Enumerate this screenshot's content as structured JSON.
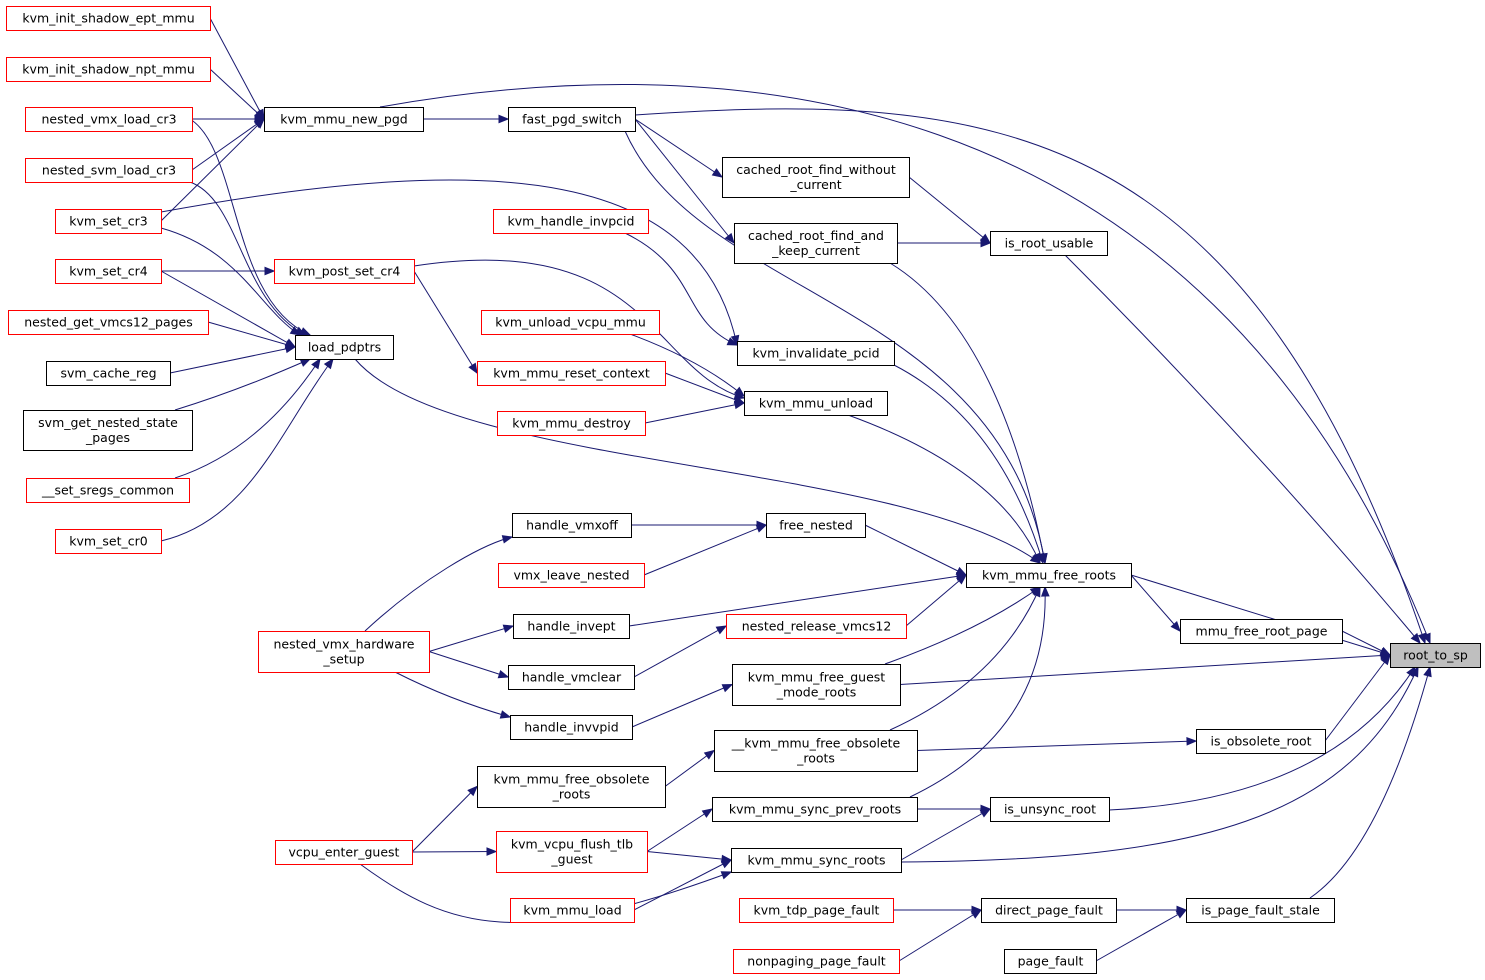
{
  "colors": {
    "edge": "#191970",
    "link_border": "#ff0000",
    "plain_border": "#000000",
    "root_fill": "#bfbfbf"
  },
  "nodes": {
    "root_to_sp": {
      "lines": [
        "root_to_sp"
      ],
      "style": "root"
    },
    "kvm_init_shadow_ept_mmu": {
      "lines": [
        "kvm_init_shadow_ept_mmu"
      ],
      "style": "red"
    },
    "kvm_init_shadow_npt_mmu": {
      "lines": [
        "kvm_init_shadow_npt_mmu"
      ],
      "style": "red"
    },
    "nested_vmx_load_cr3": {
      "lines": [
        "nested_vmx_load_cr3"
      ],
      "style": "red"
    },
    "nested_svm_load_cr3": {
      "lines": [
        "nested_svm_load_cr3"
      ],
      "style": "red"
    },
    "kvm_set_cr3": {
      "lines": [
        "kvm_set_cr3"
      ],
      "style": "red"
    },
    "kvm_set_cr4": {
      "lines": [
        "kvm_set_cr4"
      ],
      "style": "red"
    },
    "nested_get_vmcs12_pages": {
      "lines": [
        "nested_get_vmcs12_pages"
      ],
      "style": "red"
    },
    "svm_cache_reg": {
      "lines": [
        "svm_cache_reg"
      ],
      "style": "black"
    },
    "svm_get_nested_state_pages": {
      "lines": [
        "svm_get_nested_state",
        "_pages"
      ],
      "style": "black"
    },
    "__set_sregs_common": {
      "lines": [
        "__set_sregs_common"
      ],
      "style": "red"
    },
    "kvm_set_cr0": {
      "lines": [
        "kvm_set_cr0"
      ],
      "style": "red"
    },
    "kvm_mmu_new_pgd": {
      "lines": [
        "kvm_mmu_new_pgd"
      ],
      "style": "black"
    },
    "fast_pgd_switch": {
      "lines": [
        "fast_pgd_switch"
      ],
      "style": "black"
    },
    "cached_root_find_without_current": {
      "lines": [
        "cached_root_find_without",
        "_current"
      ],
      "style": "black"
    },
    "cached_root_find_and_keep_current": {
      "lines": [
        "cached_root_find_and",
        "_keep_current"
      ],
      "style": "black"
    },
    "is_root_usable": {
      "lines": [
        "is_root_usable"
      ],
      "style": "black"
    },
    "kvm_handle_invpcid": {
      "lines": [
        "kvm_handle_invpcid"
      ],
      "style": "red"
    },
    "kvm_post_set_cr4": {
      "lines": [
        "kvm_post_set_cr4"
      ],
      "style": "red"
    },
    "load_pdptrs": {
      "lines": [
        "load_pdptrs"
      ],
      "style": "black"
    },
    "kvm_unload_vcpu_mmu": {
      "lines": [
        "kvm_unload_vcpu_mmu"
      ],
      "style": "red"
    },
    "kvm_invalidate_pcid": {
      "lines": [
        "kvm_invalidate_pcid"
      ],
      "style": "black"
    },
    "kvm_mmu_reset_context": {
      "lines": [
        "kvm_mmu_reset_context"
      ],
      "style": "red"
    },
    "kvm_mmu_unload": {
      "lines": [
        "kvm_mmu_unload"
      ],
      "style": "black"
    },
    "kvm_mmu_destroy": {
      "lines": [
        "kvm_mmu_destroy"
      ],
      "style": "red"
    },
    "handle_vmxoff": {
      "lines": [
        "handle_vmxoff"
      ],
      "style": "black"
    },
    "free_nested": {
      "lines": [
        "free_nested"
      ],
      "style": "black"
    },
    "vmx_leave_nested": {
      "lines": [
        "vmx_leave_nested"
      ],
      "style": "red"
    },
    "kvm_mmu_free_roots": {
      "lines": [
        "kvm_mmu_free_roots"
      ],
      "style": "black"
    },
    "nested_vmx_hardware_setup": {
      "lines": [
        "nested_vmx_hardware",
        "_setup"
      ],
      "style": "red"
    },
    "handle_invept": {
      "lines": [
        "handle_invept"
      ],
      "style": "black"
    },
    "nested_release_vmcs12": {
      "lines": [
        "nested_release_vmcs12"
      ],
      "style": "red"
    },
    "mmu_free_root_page": {
      "lines": [
        "mmu_free_root_page"
      ],
      "style": "black"
    },
    "handle_vmclear": {
      "lines": [
        "handle_vmclear"
      ],
      "style": "black"
    },
    "kvm_mmu_free_guest_mode_roots": {
      "lines": [
        "kvm_mmu_free_guest",
        "_mode_roots"
      ],
      "style": "black"
    },
    "handle_invvpid": {
      "lines": [
        "handle_invvpid"
      ],
      "style": "black"
    },
    "__kvm_mmu_free_obsolete_roots": {
      "lines": [
        "__kvm_mmu_free_obsolete",
        "_roots"
      ],
      "style": "black"
    },
    "is_obsolete_root": {
      "lines": [
        "is_obsolete_root"
      ],
      "style": "black"
    },
    "kvm_mmu_free_obsolete_roots": {
      "lines": [
        "kvm_mmu_free_obsolete",
        "_roots"
      ],
      "style": "black"
    },
    "kvm_mmu_sync_prev_roots": {
      "lines": [
        "kvm_mmu_sync_prev_roots"
      ],
      "style": "black"
    },
    "is_unsync_root": {
      "lines": [
        "is_unsync_root"
      ],
      "style": "black"
    },
    "vcpu_enter_guest": {
      "lines": [
        "vcpu_enter_guest"
      ],
      "style": "red"
    },
    "kvm_vcpu_flush_tlb_guest": {
      "lines": [
        "kvm_vcpu_flush_tlb",
        "_guest"
      ],
      "style": "red"
    },
    "kvm_mmu_sync_roots": {
      "lines": [
        "kvm_mmu_sync_roots"
      ],
      "style": "black"
    },
    "kvm_mmu_load": {
      "lines": [
        "kvm_mmu_load"
      ],
      "style": "red"
    },
    "kvm_tdp_page_fault": {
      "lines": [
        "kvm_tdp_page_fault"
      ],
      "style": "red"
    },
    "direct_page_fault": {
      "lines": [
        "direct_page_fault"
      ],
      "style": "black"
    },
    "is_page_fault_stale": {
      "lines": [
        "is_page_fault_stale"
      ],
      "style": "black"
    },
    "nonpaging_page_fault": {
      "lines": [
        "nonpaging_page_fault"
      ],
      "style": "red"
    },
    "page_fault": {
      "lines": [
        "page_fault"
      ],
      "style": "black"
    }
  },
  "edges": [
    [
      "kvm_init_shadow_ept_mmu",
      "kvm_mmu_new_pgd"
    ],
    [
      "kvm_init_shadow_npt_mmu",
      "kvm_mmu_new_pgd"
    ],
    [
      "nested_vmx_load_cr3",
      "kvm_mmu_new_pgd"
    ],
    [
      "nested_svm_load_cr3",
      "kvm_mmu_new_pgd"
    ],
    [
      "kvm_set_cr3",
      "kvm_mmu_new_pgd"
    ],
    [
      "nested_vmx_load_cr3",
      "load_pdptrs"
    ],
    [
      "nested_svm_load_cr3",
      "load_pdptrs"
    ],
    [
      "kvm_set_cr3",
      "load_pdptrs"
    ],
    [
      "kvm_set_cr4",
      "load_pdptrs"
    ],
    [
      "nested_get_vmcs12_pages",
      "load_pdptrs"
    ],
    [
      "svm_cache_reg",
      "load_pdptrs"
    ],
    [
      "svm_get_nested_state_pages",
      "load_pdptrs"
    ],
    [
      "__set_sregs_common",
      "load_pdptrs"
    ],
    [
      "kvm_set_cr0",
      "load_pdptrs"
    ],
    [
      "kvm_set_cr4",
      "kvm_post_set_cr4"
    ],
    [
      "kvm_mmu_new_pgd",
      "fast_pgd_switch"
    ],
    [
      "kvm_mmu_new_pgd",
      "root_to_sp"
    ],
    [
      "fast_pgd_switch",
      "cached_root_find_without_current"
    ],
    [
      "fast_pgd_switch",
      "cached_root_find_and_keep_current"
    ],
    [
      "fast_pgd_switch",
      "kvm_mmu_free_roots"
    ],
    [
      "fast_pgd_switch",
      "root_to_sp"
    ],
    [
      "cached_root_find_without_current",
      "is_root_usable"
    ],
    [
      "cached_root_find_and_keep_current",
      "is_root_usable"
    ],
    [
      "cached_root_find_and_keep_current",
      "kvm_mmu_free_roots"
    ],
    [
      "is_root_usable",
      "root_to_sp"
    ],
    [
      "kvm_set_cr3",
      "kvm_invalidate_pcid"
    ],
    [
      "kvm_handle_invpcid",
      "kvm_invalidate_pcid"
    ],
    [
      "kvm_post_set_cr4",
      "kvm_mmu_unload"
    ],
    [
      "kvm_post_set_cr4",
      "kvm_mmu_reset_context"
    ],
    [
      "kvm_unload_vcpu_mmu",
      "kvm_mmu_unload"
    ],
    [
      "kvm_mmu_reset_context",
      "kvm_mmu_unload"
    ],
    [
      "kvm_mmu_destroy",
      "kvm_mmu_unload"
    ],
    [
      "kvm_invalidate_pcid",
      "kvm_mmu_free_roots"
    ],
    [
      "kvm_mmu_unload",
      "kvm_mmu_free_roots"
    ],
    [
      "load_pdptrs",
      "kvm_mmu_free_roots"
    ],
    [
      "handle_vmxoff",
      "free_nested"
    ],
    [
      "vmx_leave_nested",
      "free_nested"
    ],
    [
      "free_nested",
      "kvm_mmu_free_roots"
    ],
    [
      "nested_vmx_hardware_setup",
      "handle_vmxoff"
    ],
    [
      "nested_vmx_hardware_setup",
      "handle_invept"
    ],
    [
      "nested_vmx_hardware_setup",
      "handle_vmclear"
    ],
    [
      "nested_vmx_hardware_setup",
      "handle_invvpid"
    ],
    [
      "handle_invept",
      "kvm_mmu_free_roots"
    ],
    [
      "handle_vmclear",
      "nested_release_vmcs12"
    ],
    [
      "nested_release_vmcs12",
      "kvm_mmu_free_roots"
    ],
    [
      "handle_invvpid",
      "kvm_mmu_free_guest_mode_roots"
    ],
    [
      "kvm_mmu_free_guest_mode_roots",
      "kvm_mmu_free_roots"
    ],
    [
      "kvm_mmu_free_guest_mode_roots",
      "root_to_sp"
    ],
    [
      "kvm_mmu_free_obsolete_roots",
      "__kvm_mmu_free_obsolete_roots"
    ],
    [
      "__kvm_mmu_free_obsolete_roots",
      "kvm_mmu_free_roots"
    ],
    [
      "__kvm_mmu_free_obsolete_roots",
      "is_obsolete_root"
    ],
    [
      "kvm_mmu_sync_prev_roots",
      "kvm_mmu_free_roots"
    ],
    [
      "kvm_mmu_free_roots",
      "mmu_free_root_page"
    ],
    [
      "kvm_mmu_free_roots",
      "root_to_sp"
    ],
    [
      "mmu_free_root_page",
      "root_to_sp"
    ],
    [
      "is_obsolete_root",
      "root_to_sp"
    ],
    [
      "vcpu_enter_guest",
      "kvm_mmu_free_obsolete_roots"
    ],
    [
      "vcpu_enter_guest",
      "kvm_vcpu_flush_tlb_guest"
    ],
    [
      "vcpu_enter_guest",
      "kvm_mmu_sync_roots"
    ],
    [
      "kvm_vcpu_flush_tlb_guest",
      "kvm_mmu_sync_prev_roots"
    ],
    [
      "kvm_vcpu_flush_tlb_guest",
      "kvm_mmu_sync_roots"
    ],
    [
      "kvm_mmu_load",
      "kvm_mmu_sync_roots"
    ],
    [
      "kvm_mmu_sync_prev_roots",
      "is_unsync_root"
    ],
    [
      "kvm_mmu_sync_roots",
      "is_unsync_root"
    ],
    [
      "kvm_mmu_sync_roots",
      "root_to_sp"
    ],
    [
      "is_unsync_root",
      "root_to_sp"
    ],
    [
      "kvm_tdp_page_fault",
      "direct_page_fault"
    ],
    [
      "nonpaging_page_fault",
      "direct_page_fault"
    ],
    [
      "direct_page_fault",
      "is_page_fault_stale"
    ],
    [
      "page_fault",
      "is_page_fault_stale"
    ],
    [
      "is_page_fault_stale",
      "root_to_sp"
    ]
  ]
}
